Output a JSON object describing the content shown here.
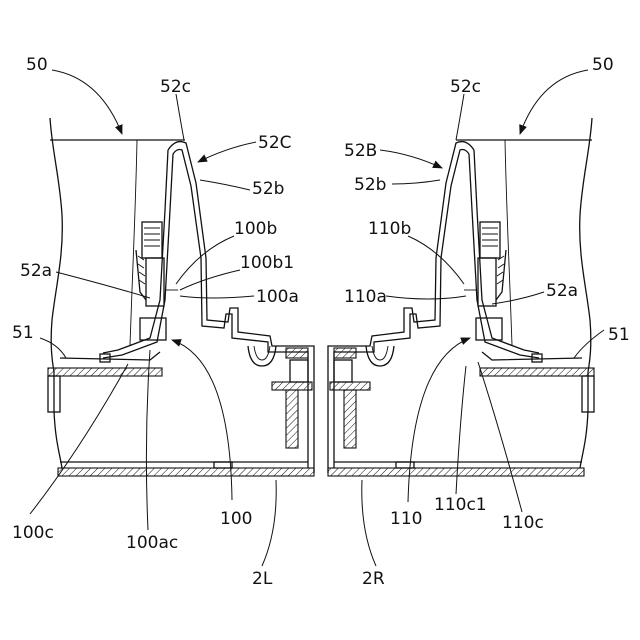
{
  "labels": {
    "l50": "50",
    "l52c": "52c",
    "l52C": "52C",
    "l52b": "52b",
    "l100b": "100b",
    "l100b1": "100b1",
    "l52a": "52a",
    "l100a": "100a",
    "l51": "51",
    "l100c": "100c",
    "l100ac": "100ac",
    "l100": "100",
    "l2L": "2L",
    "r50": "50",
    "r52c": "52c",
    "r52B": "52B",
    "r52b": "52b",
    "r110b": "110b",
    "r110a": "110a",
    "r52a": "52a",
    "r51": "51",
    "r110": "110",
    "r110c1": "110c1",
    "r110c": "110c",
    "r2R": "2R"
  }
}
